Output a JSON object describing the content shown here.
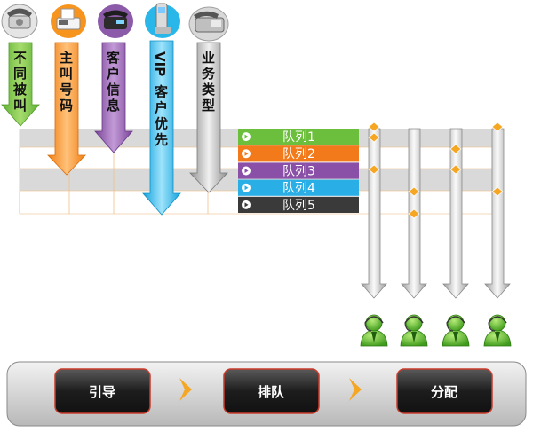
{
  "sources": [
    {
      "label": "不同被叫",
      "icon": "telephone-icon",
      "color": "#7cc142"
    },
    {
      "label": "主叫号码",
      "icon": "fax-phone-icon",
      "color": "#f7941d"
    },
    {
      "label": "客户信息",
      "icon": "office-phone-icon",
      "color": "#8b5aa8"
    },
    {
      "label": "VIP 客户优先",
      "icon": "cordless-phone-icon",
      "color": "#29b6e9"
    },
    {
      "label": "业务类型",
      "icon": "fax-machine-icon",
      "color": "#a9a9a9"
    }
  ],
  "queues": [
    {
      "label": "队列1",
      "color": "#6cbf3c"
    },
    {
      "label": "队列2",
      "color": "#f27a1a"
    },
    {
      "label": "队列3",
      "color": "#8a4fa6"
    },
    {
      "label": "队列4",
      "color": "#29aee6"
    },
    {
      "label": "队列5",
      "color": "#3a3a3a"
    }
  ],
  "agents": [
    {
      "icon": "agent-avatar-icon"
    },
    {
      "icon": "agent-avatar-icon"
    },
    {
      "icon": "agent-avatar-icon"
    },
    {
      "icon": "agent-avatar-icon"
    }
  ],
  "stages": [
    {
      "label": "引导"
    },
    {
      "label": "排队"
    },
    {
      "label": "分配"
    }
  ],
  "colors": {
    "row_band": "#d9d9d9",
    "accent_diamond": "#f5a623",
    "stage_arrow": "#f5a623",
    "panel": "#2b2b2b"
  }
}
